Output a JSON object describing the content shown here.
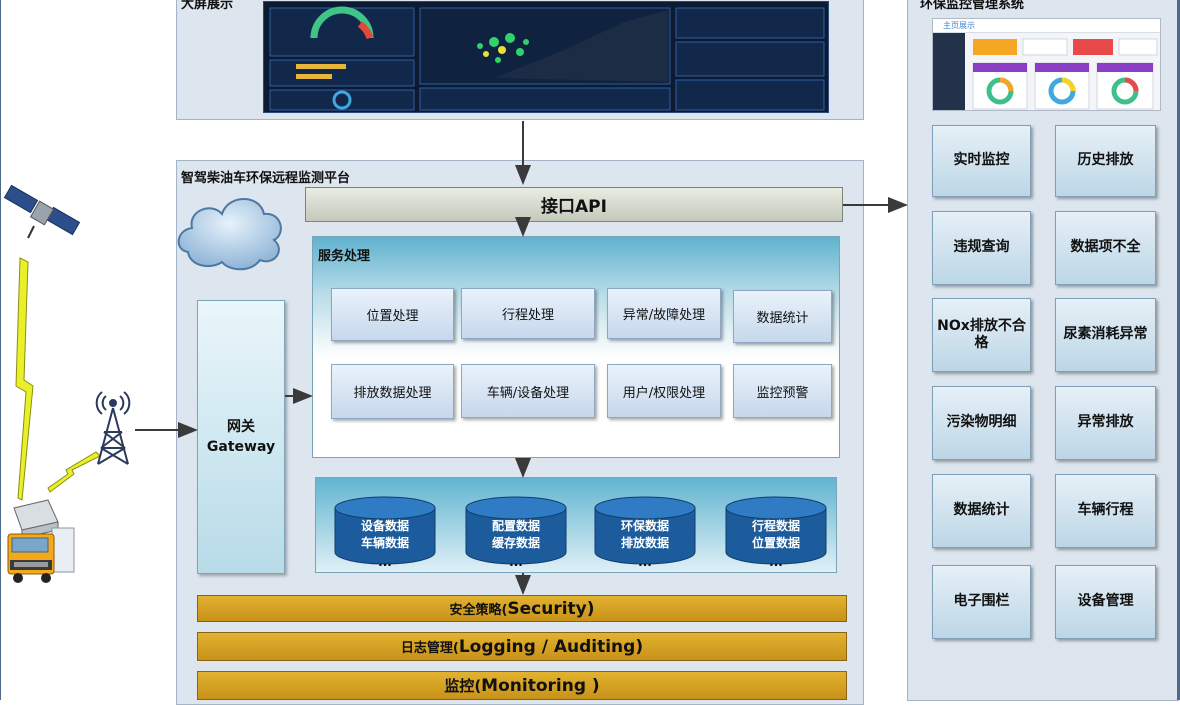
{
  "top_screen": {
    "title": "大屏展示"
  },
  "platform": {
    "title": "智驾柴油车环保远程监测平台"
  },
  "api": {
    "label": "接口API"
  },
  "service": {
    "title": "服务处理",
    "items": [
      "位置处理",
      "行程处理",
      "异常/故障处理",
      "数据统计",
      "排放数据处理",
      "车辆/设备处理",
      "用户/权限处理",
      "监控预警"
    ]
  },
  "gateway": {
    "line1": "网关",
    "line2": "Gateway"
  },
  "databases": [
    {
      "line1": "设备数据",
      "line2": "车辆数据",
      "more": "..."
    },
    {
      "line1": "配置数据",
      "line2": "缓存数据",
      "more": "..."
    },
    {
      "line1": "环保数据",
      "line2": "排放数据",
      "more": "..."
    },
    {
      "line1": "行程数据",
      "line2": "位置数据",
      "more": "..."
    }
  ],
  "bars": {
    "security_cn": "安全策略(",
    "security_en": " Security)",
    "logging_cn": "日志管理(",
    "logging_en": " Logging / Auditing)",
    "monitoring_cn": "监控(",
    "monitoring_en": "Monitoring )"
  },
  "right_system": {
    "title": "环保监控管理系统",
    "thumb_header": "主页展示",
    "items": [
      "实时监控",
      "历史排放",
      "违规查询",
      "数据项不全",
      "NOx排放不合格",
      "尿素消耗异常",
      "污染物明细",
      "异常排放",
      "数据统计",
      "车辆行程",
      "电子围栏",
      "设备管理"
    ]
  },
  "colors": {
    "bar": "#d4a124",
    "panel": "#dde6ef",
    "db_blue": "#1d5c9c",
    "screen_bg": "#0d1a33"
  }
}
